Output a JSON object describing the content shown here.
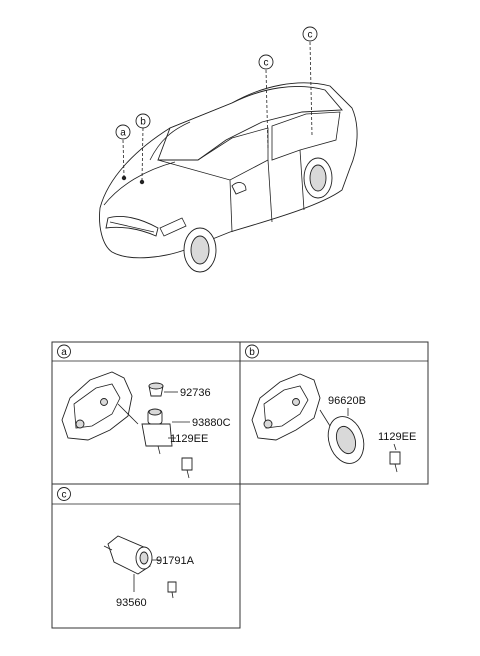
{
  "car_callouts": [
    "a",
    "b",
    "c",
    "c"
  ],
  "panels": [
    {
      "id": "a",
      "labels": [
        "92736",
        "93880C",
        "1129EE"
      ]
    },
    {
      "id": "b",
      "labels": [
        "96620B",
        "1129EE"
      ]
    },
    {
      "id": "c",
      "labels": [
        "91791A",
        "93560"
      ]
    }
  ]
}
